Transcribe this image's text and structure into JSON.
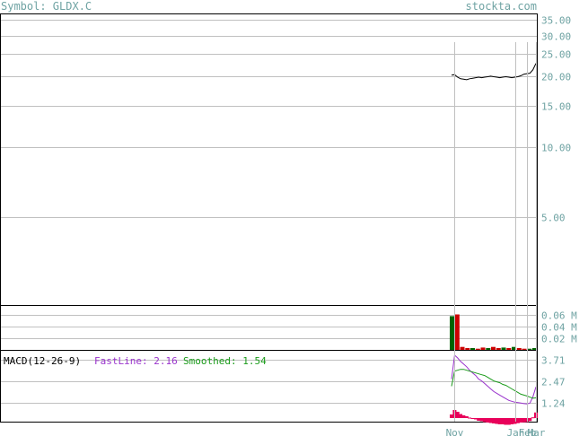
{
  "header": {
    "symbol_label": "Symbol: GLDX.C",
    "site": "stockta.com"
  },
  "colors": {
    "frame": "#000000",
    "grid": "#c0c0c0",
    "tick_text": "#6fa3a3",
    "price_line": "#000000",
    "volume_up": "#006400",
    "volume_down": "#cc0000",
    "macd_label": "#000000",
    "fastline": "#9932cc",
    "smoothed": "#1a9b1a",
    "histogram": "#e8005a"
  },
  "chart_data": [
    {
      "type": "line",
      "panel": "price",
      "scale": "log",
      "y_ticks": [
        "35.00",
        "30.00",
        "25.00",
        "20.00",
        "15.00",
        "10.00",
        "5.00"
      ],
      "y_tick_values": [
        35,
        30,
        25,
        20,
        15,
        10,
        5
      ],
      "ylim": [
        2.1,
        37
      ],
      "series": [
        {
          "values": [
            20.3,
            20.4,
            19.9,
            19.6,
            19.5,
            19.4,
            19.6,
            19.7,
            19.8,
            19.9,
            19.8,
            19.9,
            20.0,
            20.1,
            20.0,
            19.9,
            19.8,
            19.9,
            20.0,
            19.9,
            19.8,
            19.9,
            20.0,
            20.2,
            20.5,
            20.6,
            20.7,
            21.4,
            22.8
          ]
        }
      ]
    },
    {
      "type": "bar",
      "panel": "volume",
      "y_ticks": [
        "0.06 M",
        "0.04 M",
        "0.02 M"
      ],
      "y_tick_values": [
        0.06,
        0.04,
        0.02
      ],
      "ylim": [
        0,
        0.075
      ],
      "bars": [
        {
          "value": 0.0575,
          "dir": "up"
        },
        {
          "value": 0.0605,
          "dir": "down"
        },
        {
          "value": 0.005,
          "dir": "down"
        },
        {
          "value": 0.003,
          "dir": "down"
        },
        {
          "value": 0.003,
          "dir": "up"
        },
        {
          "value": 0.002,
          "dir": "down"
        },
        {
          "value": 0.004,
          "dir": "down"
        },
        {
          "value": 0.003,
          "dir": "up"
        },
        {
          "value": 0.005,
          "dir": "down"
        },
        {
          "value": 0.003,
          "dir": "down"
        },
        {
          "value": 0.004,
          "dir": "up"
        },
        {
          "value": 0.003,
          "dir": "down"
        },
        {
          "value": 0.005,
          "dir": "up"
        },
        {
          "value": 0.003,
          "dir": "down"
        },
        {
          "value": 0.002,
          "dir": "down"
        },
        {
          "value": 0.002,
          "dir": "up"
        },
        {
          "value": 0.003,
          "dir": "up"
        }
      ]
    },
    {
      "type": "line",
      "panel": "macd",
      "label": "MACD(12-26-9)",
      "fastline_label": "FastLine: 2.16",
      "smoothed_label": "Smoothed: 1.54",
      "y_ticks": [
        "3.71",
        "2.47",
        "1.24"
      ],
      "y_tick_values": [
        3.71,
        2.47,
        1.24
      ],
      "ylim": [
        0.2,
        4.2
      ],
      "series": [
        {
          "name": "FastLine",
          "values": [
            2.6,
            3.95,
            3.8,
            3.6,
            3.45,
            3.3,
            3.1,
            2.95,
            2.8,
            2.6,
            2.5,
            2.35,
            2.2,
            2.05,
            1.9,
            1.8,
            1.7,
            1.6,
            1.5,
            1.4,
            1.35,
            1.3,
            1.28,
            1.25,
            1.22,
            1.2,
            1.25,
            1.6,
            2.16
          ]
        },
        {
          "name": "Smoothed",
          "values": [
            2.2,
            3.05,
            3.1,
            3.15,
            3.15,
            3.1,
            3.05,
            3.0,
            2.95,
            2.9,
            2.85,
            2.8,
            2.7,
            2.6,
            2.5,
            2.45,
            2.4,
            2.3,
            2.25,
            2.15,
            2.05,
            1.95,
            1.85,
            1.75,
            1.7,
            1.65,
            1.58,
            1.52,
            1.54
          ]
        },
        {
          "name": "Histogram",
          "values": [
            0.4,
            0.9,
            0.7,
            0.45,
            0.3,
            0.2,
            0.05,
            -0.05,
            -0.15,
            -0.3,
            -0.35,
            -0.45,
            -0.5,
            -0.55,
            -0.6,
            -0.65,
            -0.7,
            -0.7,
            -0.75,
            -0.75,
            -0.7,
            -0.65,
            -0.57,
            -0.5,
            -0.48,
            -0.45,
            -0.33,
            0.08,
            0.62
          ]
        }
      ]
    }
  ],
  "x_axis": {
    "labels": [
      {
        "text": "Nov",
        "index": 1
      },
      {
        "text": "Jan",
        "index": 21
      },
      {
        "text": "Feb",
        "index": 25
      },
      {
        "text": "Mar",
        "index": 28
      }
    ]
  }
}
